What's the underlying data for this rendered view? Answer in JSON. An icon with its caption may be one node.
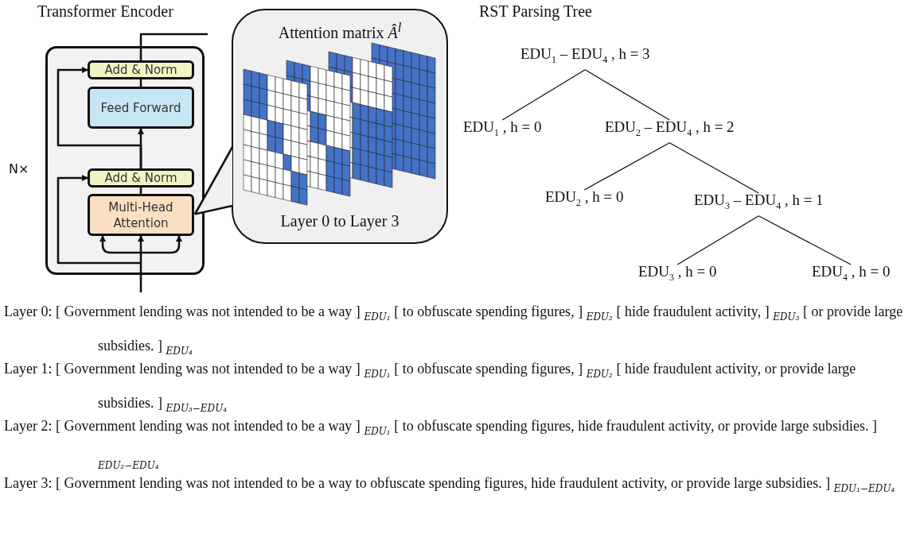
{
  "diagram": {
    "nodes": [
      {
        "text": [],
        "shape": "box",
        "beside": [
          "N×"
        ]
      },
      {
        "text": [
          "Add & Norm"
        ],
        "in": 0
      },
      {
        "text": [
          "Feed Forward"
        ],
        "in": 0
      },
      {
        "text": [
          "Add & Norm"
        ],
        "in": 0
      },
      {
        "text": [
          "Multi-Head Attention"
        ],
        "in": 0
      },
      {
        "text": [
          "Attention matrix *Â*$^{l}$",
          "Layer 0 to Layer 3"
        ]
      },
      {
        "text": [
          "EDU$_{1}$ – EDU$_{4}$ , h = 3"
        ]
      },
      {
        "text": [
          "EDU$_{1}$ , h = 0"
        ]
      },
      {
        "text": [
          "EDU$_{2}$ – EDU$_{4}$ , h = 2"
        ]
      },
      {
        "text": [
          "EDU$_{2}$ , h = 0"
        ]
      },
      {
        "text": [
          "EDU$_{3}$ – EDU$_{4}$ , h = 1"
        ]
      },
      {
        "text": [
          "EDU$_{3}$ , h = 0"
        ]
      },
      {
        "text": [
          "EDU$_{4}$ , h = 0"
        ]
      }
    ],
    "edges": [
      {
        "from": null,
        "to": 4,
        "arrow": "to"
      },
      {
        "from": null,
        "to": 3,
        "arrow": "to"
      },
      {
        "from": 4,
        "to": 3,
        "arrow": "none"
      },
      {
        "from": 3,
        "to": 2,
        "arrow": "to"
      },
      {
        "from": 3,
        "to": 1,
        "arrow": "to"
      },
      {
        "from": 2,
        "to": 1,
        "arrow": "none"
      },
      {
        "from": 1,
        "to": null,
        "arrow": "none"
      },
      {
        "from": 5,
        "to": 4,
        "arrow": "none"
      },
      {
        "from": 6,
        "to": 7,
        "arrow": "none"
      },
      {
        "from": 6,
        "to": 8,
        "arrow": "none"
      },
      {
        "from": 8,
        "to": 9,
        "arrow": "none"
      },
      {
        "from": 8,
        "to": 10,
        "arrow": "none"
      },
      {
        "from": 10,
        "to": 11,
        "arrow": "none"
      },
      {
        "from": 10,
        "to": 12,
        "arrow": "none"
      }
    ],
    "labels": [
      "Transformer Encoder",
      "RST Parsing Tree",
      "Layer 0: [ Government lending was not intended to be a way ] $_{EDU₁}$ [ to obfuscate spending figures, ] $_{EDU₂}$ [ hide fraudulent activity, ] $_{EDU₃}$ [ or provide large subsidies. ] $_{EDU₄}$",
      "Layer 1: [ Government lending was not intended to be a way ] $_{EDU₁}$ [ to obfuscate spending figures, ] $_{EDU₂}$ [ hide fraudulent activity, or provide large subsidies. ] $_{EDU₃−EDU₄}$",
      "Layer 2: [ Government lending was not intended to be a way ] $_{EDU₁}$ [ to obfuscate spending figures, hide fraudulent activity, or provide large subsidies. ] $_{EDU₂−EDU₄}$",
      "Layer 3: [ Government lending was not intended to be a way to obfuscate spending figures, hide fraudulent activity, or provide large subsidies. ] $_{EDU₁−EDU₄}$"
    ]
  }
}
